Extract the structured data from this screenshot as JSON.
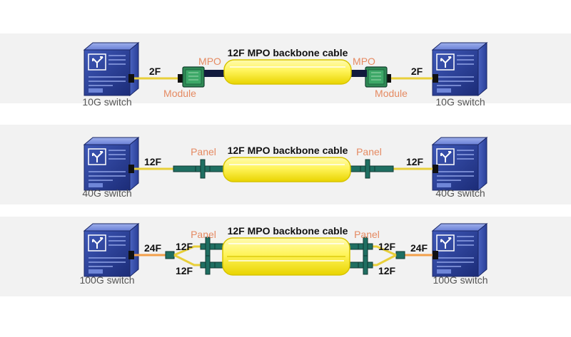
{
  "colors": {
    "panel_bg": "#f2f2f2",
    "cable_yellow": "#fff45a",
    "cable_yellow_edge": "#d7c400",
    "fiber_yellow": "#e8cf3a",
    "fiber_orange": "#f3a04a",
    "connector_green": "#1f6f62",
    "module_green": "#2f8a55",
    "switch_blue": "#22378f",
    "accent_orange": "#e58a62",
    "text_dark": "#111111",
    "text_grey": "#555555"
  },
  "rows": [
    {
      "cable_label": "12F MPO backbone cable",
      "left_switch": "10G switch",
      "right_switch": "10G switch",
      "left_fiber": "2F",
      "right_fiber": "2F",
      "left_mpo": "MPO",
      "right_mpo": "MPO",
      "left_module": "Module",
      "right_module": "Module"
    },
    {
      "cable_label": "12F MPO backbone cable",
      "left_switch": "40G switch",
      "right_switch": "40G switch",
      "left_fiber": "12F",
      "right_fiber": "12F",
      "left_panel": "Panel",
      "right_panel": "Panel"
    },
    {
      "cable_label": "12F MPO backbone cable",
      "left_switch": "100G switch",
      "right_switch": "100G switch",
      "left_fiber": "24F",
      "right_fiber": "24F",
      "left_panel": "Panel",
      "right_panel": "Panel",
      "left_split_top": "12F",
      "left_split_bottom": "12F",
      "right_split_top": "12F",
      "right_split_bottom": "12F"
    }
  ]
}
